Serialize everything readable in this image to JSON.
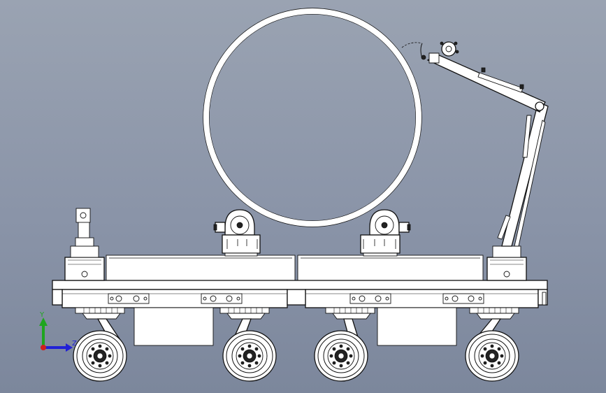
{
  "view": {
    "background": {
      "top": "#9aa3b2",
      "mid": "#8a94a8",
      "bottom": "#7c879c"
    }
  },
  "triad": {
    "y_label": "Y",
    "z_label": "Z",
    "y_color": "#1fa51f",
    "z_color": "#2121d6",
    "origin_color": "#d01f1f"
  },
  "wheels": [
    {
      "id": "wheel-1"
    },
    {
      "id": "wheel-2"
    },
    {
      "id": "wheel-3"
    },
    {
      "id": "wheel-4"
    }
  ]
}
